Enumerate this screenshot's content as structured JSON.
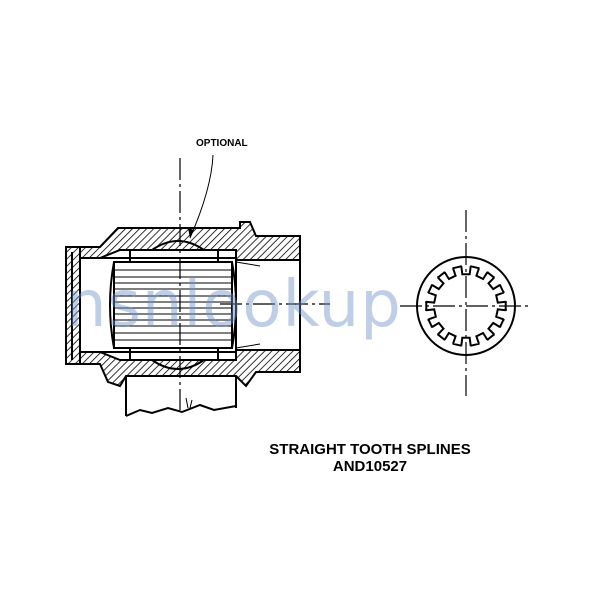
{
  "labels": {
    "optional": "OPTIONAL"
  },
  "caption": {
    "line1": "STRAIGHT TOOTH SPLINES",
    "line2": "AND10527"
  },
  "watermark": {
    "text": "nsnlookup",
    "color": "#6f93c9"
  },
  "end_view": {
    "teeth": 14
  }
}
